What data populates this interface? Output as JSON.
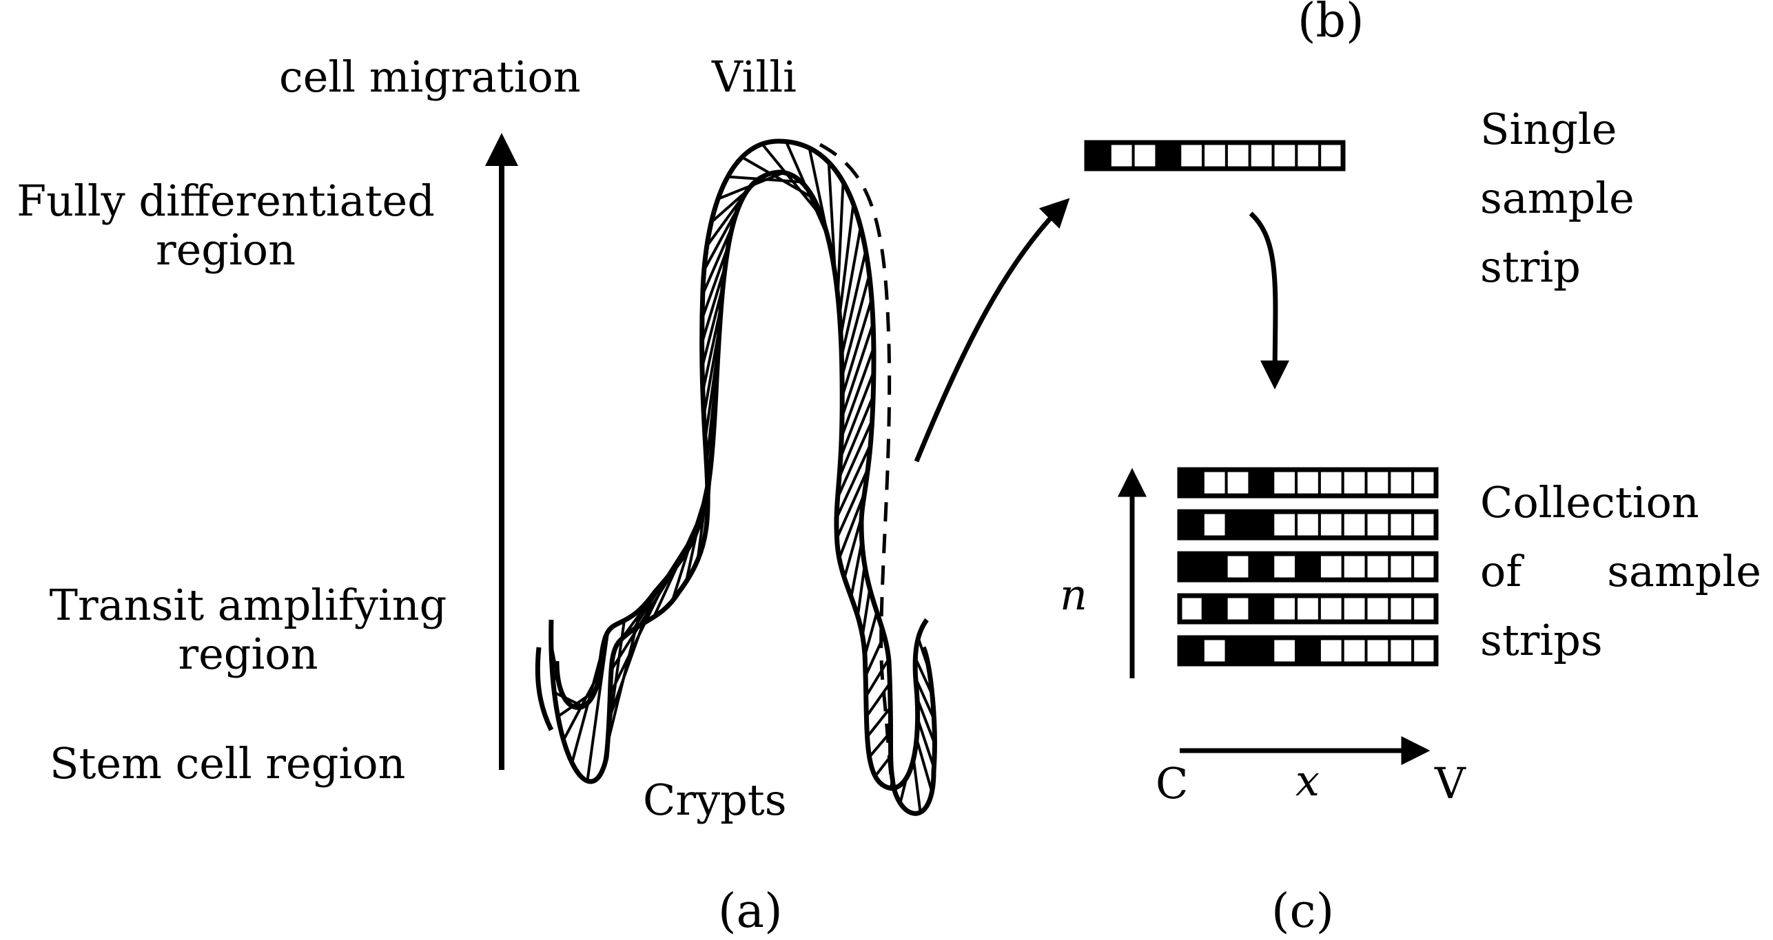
{
  "panel_a": {
    "axis_label": "cell migration",
    "villi_label": "Villi",
    "crypts_label": "Crypts",
    "regions": {
      "fully_differentiated": [
        "Fully differentiated",
        "region"
      ],
      "transit_amplifying": [
        "Transit amplifying",
        "region"
      ],
      "stem_cell": "Stem cell region"
    },
    "caption": "(a)"
  },
  "panel_b": {
    "caption": "(b)",
    "description": [
      "Single",
      "sample",
      "strip"
    ],
    "strip": [
      1,
      0,
      0,
      1,
      0,
      0,
      0,
      0,
      0,
      0,
      0
    ]
  },
  "panel_c": {
    "caption": "(c)",
    "description": [
      "Collection",
      "of sample",
      "strips"
    ],
    "y_axis_label": "n",
    "x_axis_label": "x",
    "x_start_label": "C",
    "x_end_label": "V",
    "strips": [
      [
        1,
        0,
        0,
        1,
        0,
        0,
        0,
        0,
        0,
        0,
        0
      ],
      [
        1,
        0,
        1,
        1,
        0,
        0,
        0,
        0,
        0,
        0,
        0
      ],
      [
        1,
        1,
        0,
        1,
        0,
        1,
        0,
        0,
        0,
        0,
        0
      ],
      [
        0,
        1,
        0,
        1,
        0,
        0,
        0,
        0,
        0,
        0,
        0
      ],
      [
        1,
        0,
        1,
        1,
        0,
        1,
        0,
        0,
        0,
        0,
        0
      ]
    ]
  },
  "colors": {
    "ink": "#000000",
    "paper": "#ffffff"
  }
}
